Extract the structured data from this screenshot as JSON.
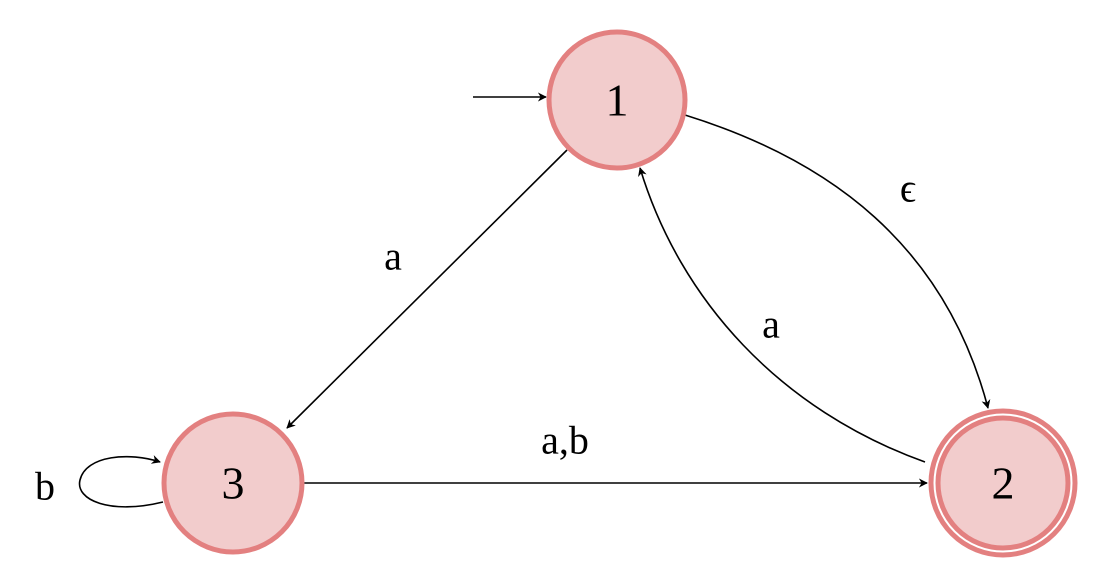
{
  "automaton": {
    "states": [
      {
        "id": "1",
        "label": "1",
        "initial": true,
        "accepting": false
      },
      {
        "id": "2",
        "label": "2",
        "initial": false,
        "accepting": true
      },
      {
        "id": "3",
        "label": "3",
        "initial": false,
        "accepting": false
      }
    ],
    "transitions": [
      {
        "from": "1",
        "to": "3",
        "label": "a"
      },
      {
        "from": "1",
        "to": "2",
        "label": "ϵ"
      },
      {
        "from": "2",
        "to": "1",
        "label": "a"
      },
      {
        "from": "3",
        "to": "2",
        "label": "a,b"
      },
      {
        "from": "3",
        "to": "3",
        "label": "b"
      }
    ],
    "colors": {
      "fill": "#f2cccc",
      "stroke": "#e38080"
    }
  }
}
